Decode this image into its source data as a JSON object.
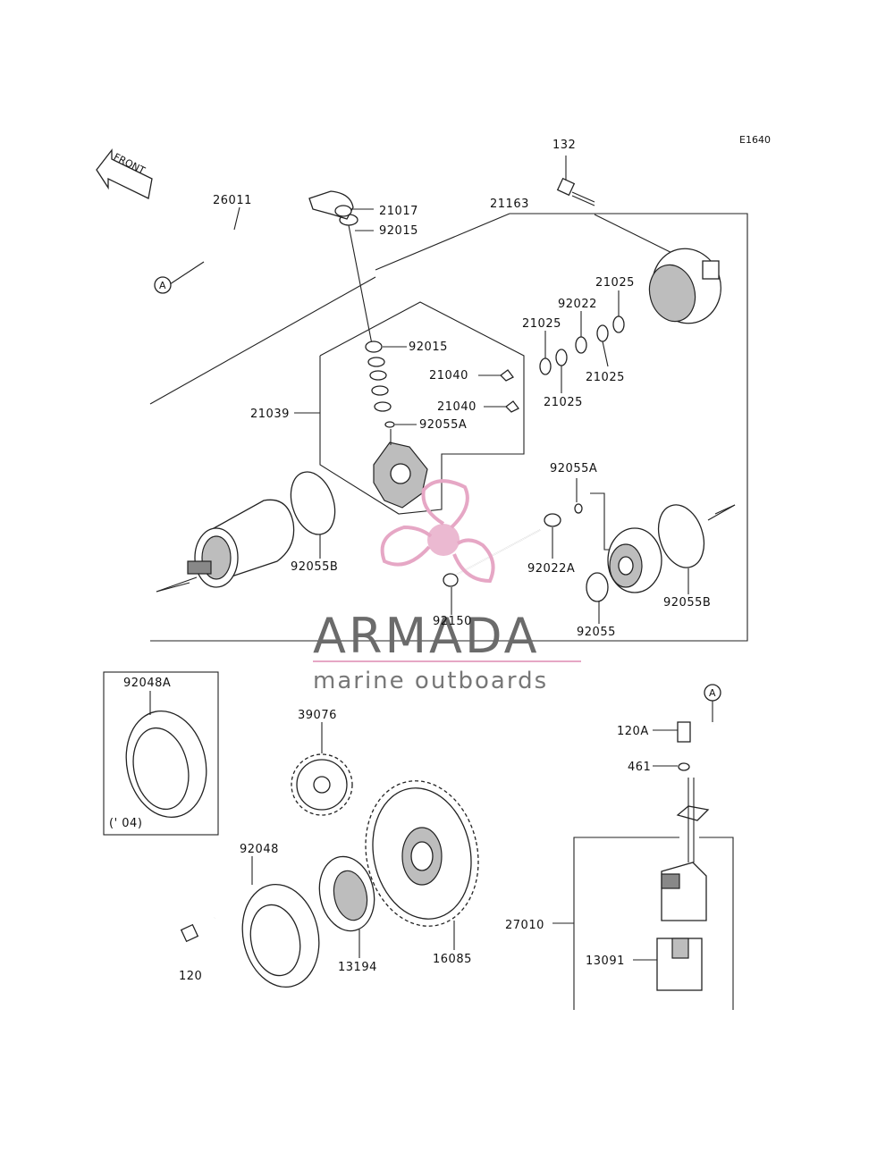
{
  "diagram": {
    "ref_code": "E1640",
    "front_label": "FRONT",
    "callout_a": "A",
    "note_04": "(' 04)"
  },
  "labels": {
    "p132": "132",
    "p26011": "26011",
    "p21017": "21017",
    "p92015_top": "92015",
    "p21163": "21163",
    "p21025_a": "21025",
    "p92022": "92022",
    "p21025_b": "21025",
    "p21025_c": "21025",
    "p21025_d": "21025",
    "p92015_mid": "92015",
    "p21040_a": "21040",
    "p21040_b": "21040",
    "p21039": "21039",
    "p92055A_left": "92055A",
    "p92055A_right": "92055A",
    "p92055B_left": "92055B",
    "p92022A": "92022A",
    "p92150": "92150",
    "p92055": "92055",
    "p92055B_right": "92055B",
    "p92048A": "92048A",
    "p39076": "39076",
    "p120A": "120A",
    "p461": "461",
    "p92048": "92048",
    "p120": "120",
    "p13194": "13194",
    "p16085": "16085",
    "p27010": "27010",
    "p13091": "13091"
  },
  "watermark": {
    "brand": "ARMADA",
    "tagline": "marine outboards",
    "accent_color": "#e6a7c5",
    "line_color": "#e6a7c5"
  }
}
